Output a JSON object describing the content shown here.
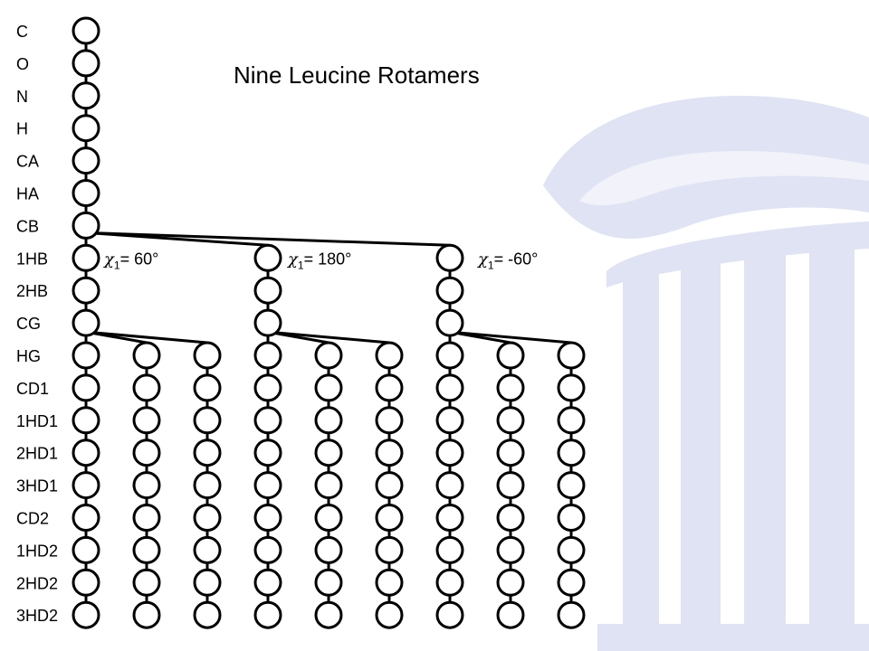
{
  "title": "Nine Leucine Rotamers",
  "atom_labels": [
    "C",
    "O",
    "N",
    "H",
    "CA",
    "HA",
    "CB",
    "1HB",
    "2HB",
    "CG",
    "HG",
    "CD1",
    "1HD1",
    "2HD1",
    "3HD1",
    "CD2",
    "1HD2",
    "2HD2",
    "3HD2"
  ],
  "chi1_labels": [
    {
      "symbol": "χ",
      "subscript": "1",
      "value": "= 60°"
    },
    {
      "symbol": "χ",
      "subscript": "1",
      "value": "= 180°"
    },
    {
      "symbol": "χ",
      "subscript": "1",
      "value": "= -60°"
    }
  ],
  "colors": {
    "background": "#ffffff",
    "line": "#000000",
    "watermark": "#dfe3f3"
  },
  "watermark": "column-capital-logo"
}
